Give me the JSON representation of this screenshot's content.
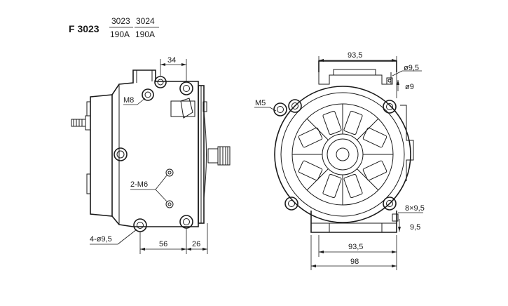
{
  "header": {
    "model": "F 3023",
    "variants": [
      {
        "code": "3023",
        "rating": "190A"
      },
      {
        "code": "3024",
        "rating": "190A"
      }
    ]
  },
  "side_view": {
    "dim_top": "34",
    "thread_m8": "M8",
    "thread_m6": "2-M6",
    "holes": "4-ø9,5",
    "dim_bottom_a": "56",
    "dim_bottom_b": "26"
  },
  "front_view": {
    "dim_top_width": "93,5",
    "hole_upper": "ø9,5",
    "hole_slot": "ø9",
    "thread_m5": "M5",
    "slot_size": "8×9,5",
    "slot_depth": "9,5",
    "dim_bottom_width": "93,5",
    "dim_overall_width": "98"
  }
}
